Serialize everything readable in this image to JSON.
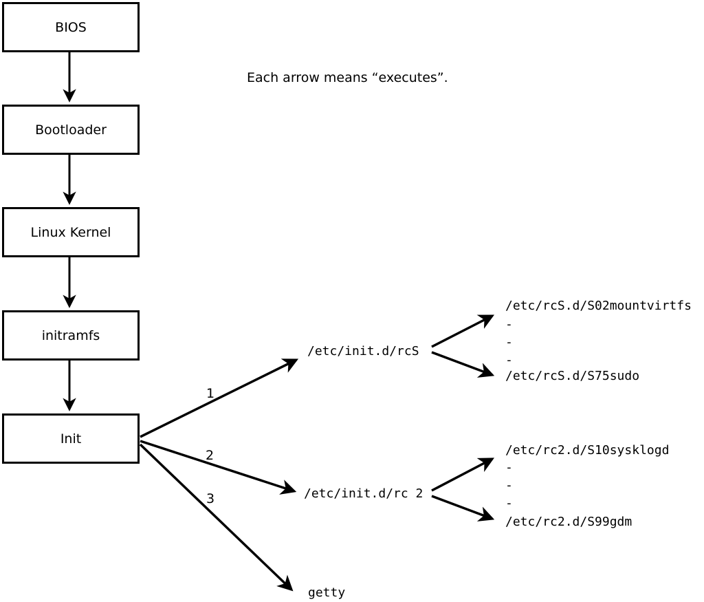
{
  "caption": "Each arrow means “executes”.",
  "colors": {
    "line": "#000000",
    "box_fill": "#ffffff",
    "text": "#000000",
    "background": "#ffffff"
  },
  "boxes": [
    {
      "label": "BIOS"
    },
    {
      "label": "Bootloader"
    },
    {
      "label": "Linux Kernel"
    },
    {
      "label": "initramfs"
    },
    {
      "label": "Init"
    }
  ],
  "init_branches": [
    {
      "order": "1",
      "target": "/etc/init.d/rcS"
    },
    {
      "order": "2",
      "target": "/etc/init.d/rc 2"
    },
    {
      "order": "3",
      "target": "getty"
    }
  ],
  "rcS_children": {
    "first": "/etc/rcS.d/S02mountvirtfs",
    "ellipsis": [
      "-",
      "-",
      "-"
    ],
    "last": "/etc/rcS.d/S75sudo"
  },
  "rc2_children": {
    "first": "/etc/rc2.d/S10sysklogd",
    "ellipsis": [
      "-",
      "-",
      "-"
    ],
    "last": "/etc/rc2.d/S99gdm"
  }
}
